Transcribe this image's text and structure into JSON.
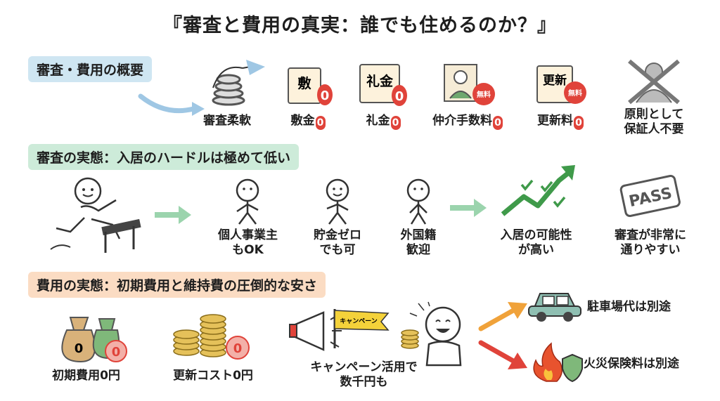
{
  "title": "『審査と費用の真実：誰でも住めるのか？』",
  "sections": {
    "overview": "審査・費用の概要",
    "screening": "審査の実態：入居のハードルは極めて低い",
    "costs": "費用の実態：初期費用と維持費の圧倒的な安さ"
  },
  "overview_items": [
    {
      "label": "審査柔軟",
      "zero": ""
    },
    {
      "label": "敷金",
      "zero": "0",
      "icon_text": "敷"
    },
    {
      "label": "礼金",
      "zero": "0",
      "icon_text": "礼金"
    },
    {
      "label": "仲介手数料",
      "zero": "0",
      "badge": "無料"
    },
    {
      "label": "更新料",
      "zero": "0",
      "icon_text": "更新",
      "badge": "無料"
    },
    {
      "label_line1": "原則として",
      "label_line2": "保証人不要"
    }
  ],
  "screening_items": [
    {
      "line1": "個人事業主",
      "line2": "もOK"
    },
    {
      "line1": "貯金ゼロ",
      "line2": "でも可"
    },
    {
      "line1": "外国籍",
      "line2": "歓迎"
    },
    {
      "line1": "入居の可能性",
      "line2": "が高い"
    },
    {
      "line1": "審査が非常に",
      "line2": "通りやすい"
    }
  ],
  "pass_stamp": "PASS",
  "cost_items": {
    "initial": "初期費用0円",
    "renewal": "更新コスト0円",
    "campaign_line1": "キャンペーン活用で",
    "campaign_line2": "数千円も",
    "campaign_flag": "キャンペーン",
    "parking": "駐車場代は別途",
    "fire_insurance": "火災保険料は別途",
    "bag_zero": "0",
    "coin_zero": "0"
  },
  "colors": {
    "accent_red": "#e0433a",
    "green": "#3f9a4a",
    "arrow_blue": "#9fc7e4",
    "arrow_green": "#9bd4ad",
    "arrow_orange": "#f0a23a"
  }
}
